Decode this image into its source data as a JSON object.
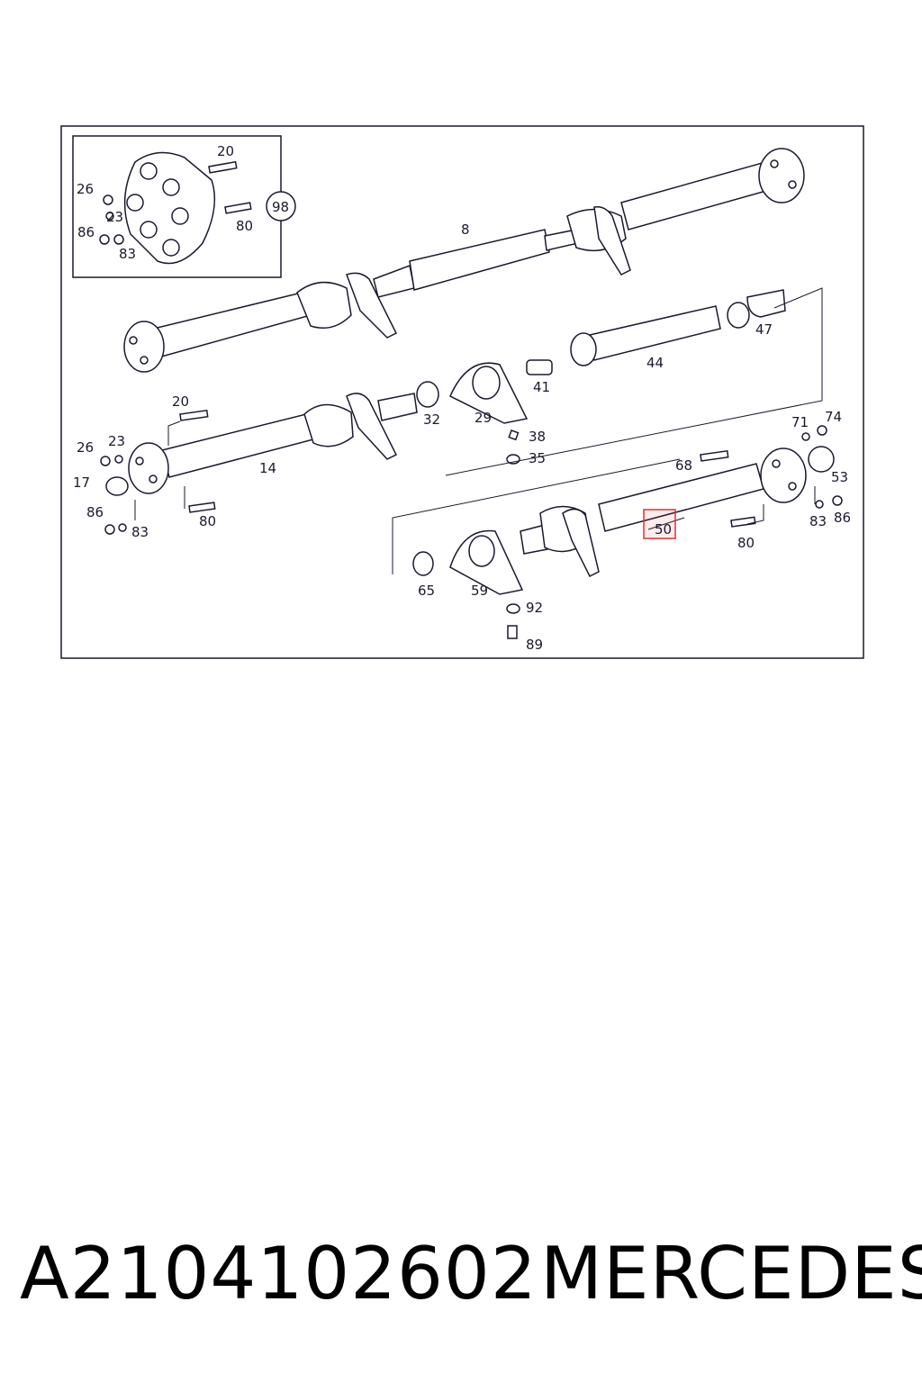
{
  "footer": {
    "part_number": "A2104102602",
    "brand": "MERCEDES"
  },
  "highlight_color": "#e03030",
  "callouts": {
    "c20a": "20",
    "c26a": "26",
    "c23a": "23",
    "c86a": "86",
    "c83a": "83",
    "c80a": "80",
    "c98": "98",
    "c8": "8",
    "c47": "47",
    "c44": "44",
    "c41": "41",
    "c32": "32",
    "c29": "29",
    "c38": "38",
    "c35": "35",
    "c20b": "20",
    "c26b": "26",
    "c23b": "23",
    "c17": "17",
    "c14": "14",
    "c86b": "86",
    "c83b": "83",
    "c80b": "80",
    "c71": "71",
    "c74": "74",
    "c68": "68",
    "c53": "53",
    "c50": "50",
    "c83c": "83",
    "c86c": "86",
    "c80c": "80",
    "c65": "65",
    "c59": "59",
    "c92": "92",
    "c89": "89"
  }
}
